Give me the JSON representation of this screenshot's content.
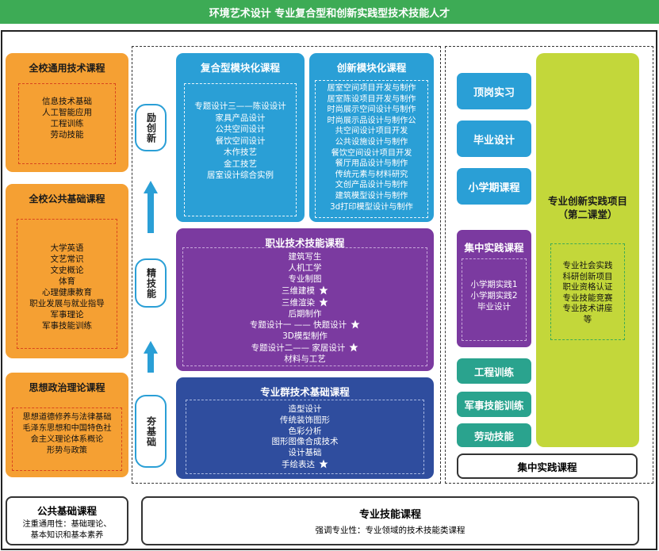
{
  "banner": "环境艺术设计  专业复合型和创新实践型技术技能人才",
  "left": {
    "school_general": {
      "title": "全校通用技术课程",
      "items": [
        "信息技术基础",
        "人工智能应用",
        "工程训练",
        "劳动技能"
      ]
    },
    "school_public": {
      "title": "全校公共基础课程",
      "items": [
        "大学英语",
        "文艺常识",
        "文史概论",
        "体育",
        "心理健康教育",
        "职业发展与就业指导",
        "军事理论",
        "军事技能训练"
      ]
    },
    "ideology": {
      "title": "思想政治理论课程",
      "items": [
        "思想道德修养与法律基础",
        "毛泽东思想和中国特色社",
        "会主义理论体系概论",
        "形势与政策"
      ]
    }
  },
  "stages": {
    "innovation": "励创新",
    "refine": "精技能",
    "foundation": "夯基础"
  },
  "composite": {
    "title": "复合型模块化课程",
    "items": [
      "专题设计三——陈设设计",
      "家具产品设计",
      "公共空间设计",
      "餐饮空间设计",
      "木作技艺",
      "金工技艺",
      "居室设计综合实例"
    ]
  },
  "innovation_modules": {
    "title": "创新模块化课程",
    "items": [
      "居室空间项目开发与制作",
      "居室陈设项目开发与制作",
      "时尚展示空间设计与制作",
      "时尚展示品设计与制作公",
      "共空间设计项目开发",
      "公共设施设计与制作",
      "餐饮空间设计项目开发",
      "餐厅用品设计与制作",
      "传统元素与材料研究",
      "文创产品设计与制作",
      "建筑模型设计与制作",
      "3d打印模型设计与制作"
    ]
  },
  "vocational": {
    "title": "职业技术技能课程",
    "items": [
      {
        "text": "建筑写生",
        "star": false
      },
      {
        "text": "人机工学",
        "star": false
      },
      {
        "text": "专业制图",
        "star": false
      },
      {
        "text": "三维建模",
        "star": true
      },
      {
        "text": "三维渲染",
        "star": true
      },
      {
        "text": "后期制作",
        "star": false
      },
      {
        "text": "专题设计一 —— 快题设计",
        "star": true
      },
      {
        "text": "3D模型制作",
        "star": false
      },
      {
        "text": "专题设计二—— 家居设计",
        "star": true
      },
      {
        "text": "材料与工艺",
        "star": false
      }
    ]
  },
  "group_foundation": {
    "title": "专业群技术基础课程",
    "items": [
      {
        "text": "造型设计",
        "star": false
      },
      {
        "text": "传统装饰图形",
        "star": false
      },
      {
        "text": "色彩分析",
        "star": false
      },
      {
        "text": "图形图像合成技术",
        "star": false
      },
      {
        "text": "设计基础",
        "star": false
      },
      {
        "text": "手绘表达",
        "star": true
      }
    ]
  },
  "practice": {
    "top_buttons": [
      "顶岗实习",
      "毕业设计",
      "小学期课程"
    ],
    "concentrated": {
      "title": "集中实践课程",
      "items": [
        "小学期实践1",
        "小学期实践2",
        "毕业设计"
      ]
    },
    "teal_buttons": [
      "工程训练",
      "军事技能训练",
      "劳动技能"
    ],
    "footer": "集中实践课程"
  },
  "innovation_project": {
    "title_line1": "专业创新实践项目",
    "title_line2": "（第二课堂）",
    "items": [
      "专业社会实践",
      "科研创新项目",
      "职业资格认证",
      "专业技能竞赛",
      "专业技术讲座",
      "等"
    ]
  },
  "bottom": {
    "public": {
      "title": "公共基础课程",
      "line1": "注重通用性：基础理论、",
      "line2": "基本知识和基本素养"
    },
    "professional": {
      "title": "专业技能课程",
      "sub": "强调专业性：专业领域的技术技能类课程"
    }
  },
  "colors": {
    "banner": "#3dab55",
    "orange": "#f5a033",
    "blue": "#2a9fd6",
    "purple": "#7b3aa0",
    "navy": "#2f4d9e",
    "teal": "#2aa38e",
    "lime": "#c3d73a"
  }
}
